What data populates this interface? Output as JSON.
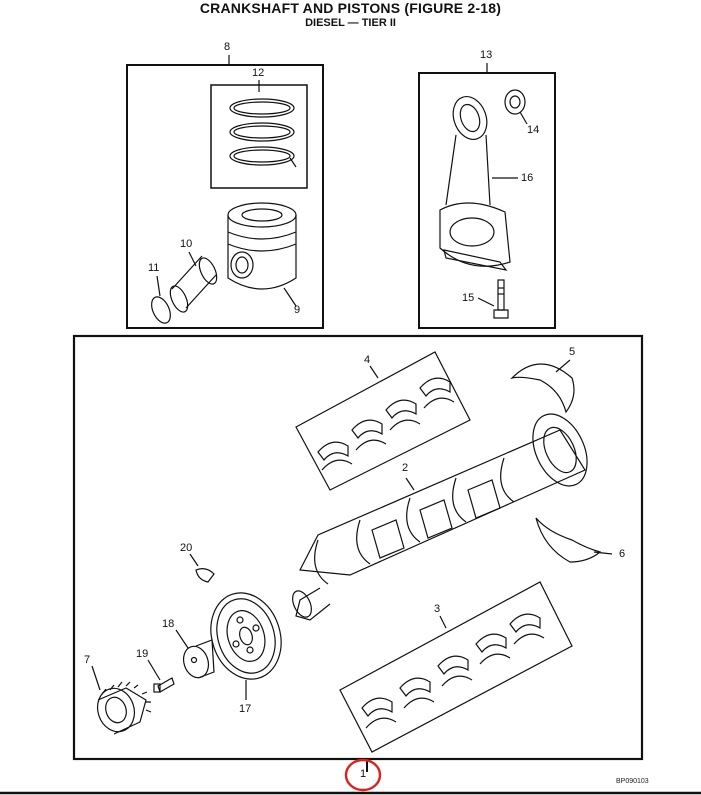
{
  "header": {
    "title": "CRANKSHAFT AND PISTONS (FIGURE 2-18)",
    "subtitle": "DIESEL — TIER II"
  },
  "callouts": {
    "c1": "1",
    "c2": "2",
    "c3": "3",
    "c4": "4",
    "c5": "5",
    "c6": "6",
    "c7": "7",
    "c8": "8",
    "c9": "9",
    "c10": "10",
    "c11": "11",
    "c12": "12",
    "c13": "13",
    "c14": "14",
    "c15": "15",
    "c16": "16",
    "c17": "17",
    "c18": "18",
    "c19": "19",
    "c20": "20"
  },
  "footer": {
    "code": "BP090103"
  },
  "colors": {
    "ink": "#111111",
    "highlight": "#e0201c",
    "background": "#ffffff"
  }
}
